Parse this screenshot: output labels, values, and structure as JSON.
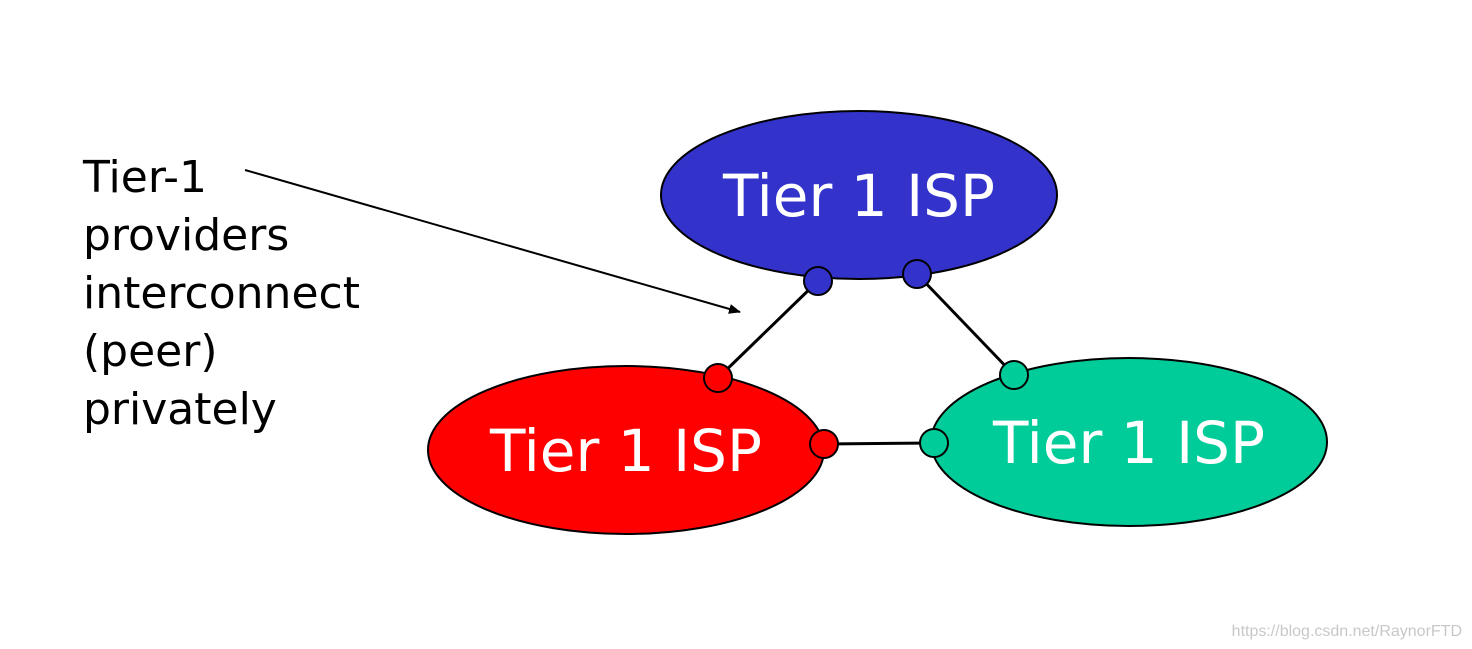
{
  "caption": {
    "lines": [
      "Tier-1",
      "providers",
      "interconnect",
      "(peer)",
      "privately"
    ]
  },
  "isps": {
    "top": {
      "label": "Tier 1 ISP",
      "color": "#3333cc"
    },
    "left": {
      "label": "Tier 1 ISP",
      "color": "#ff0000"
    },
    "right": {
      "label": "Tier 1 ISP",
      "color": "#00cc99"
    }
  },
  "watermark": "https://blog.csdn.net/RaynorFTD"
}
